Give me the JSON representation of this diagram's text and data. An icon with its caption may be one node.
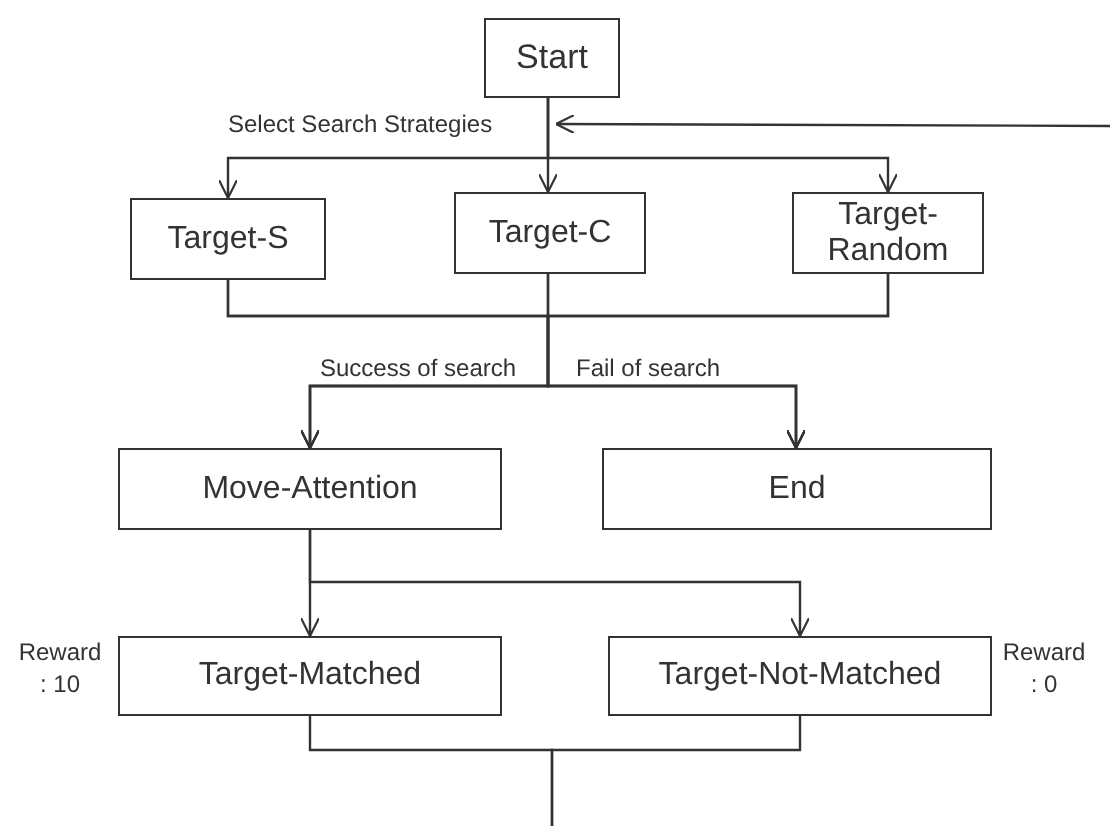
{
  "diagram": {
    "nodes": [
      {
        "text": [
          "Start"
        ]
      },
      {
        "text": [
          "Target-S"
        ]
      },
      {
        "text": [
          "Target-C"
        ]
      },
      {
        "text": [
          "Target-Random"
        ]
      },
      {
        "text": [
          "Move-Attention"
        ]
      },
      {
        "text": [
          "End"
        ]
      },
      {
        "text": [
          "Target-Matched"
        ],
        "beside": [
          "Reward : 10"
        ]
      },
      {
        "text": [
          "Target-Not-Matched"
        ],
        "beside": [
          "Reward : 0"
        ]
      }
    ],
    "edges": [
      {
        "from": 0,
        "to": 1,
        "arrow": "to"
      },
      {
        "from": 0,
        "to": 2,
        "arrow": "to"
      },
      {
        "from": 0,
        "to": 3,
        "arrow": "to"
      },
      {
        "from": 1,
        "to": 4,
        "arrow": "to"
      },
      {
        "from": 2,
        "to": 4,
        "arrow": "to"
      },
      {
        "from": 3,
        "to": 4,
        "arrow": "to"
      },
      {
        "from": 1,
        "to": 5,
        "arrow": "to"
      },
      {
        "from": 2,
        "to": 5,
        "arrow": "to"
      },
      {
        "from": 3,
        "to": 5,
        "arrow": "to"
      },
      {
        "from": 4,
        "to": 6,
        "arrow": "to"
      },
      {
        "from": 4,
        "to": 7,
        "arrow": "to"
      },
      {
        "from": 6,
        "to": null,
        "arrow": "none"
      },
      {
        "from": 7,
        "to": null,
        "arrow": "none"
      },
      {
        "from": null,
        "to": 0,
        "arrow": "to"
      }
    ],
    "labels": [
      "Select Search Strategies",
      "Success of search",
      "Fail of search"
    ]
  }
}
